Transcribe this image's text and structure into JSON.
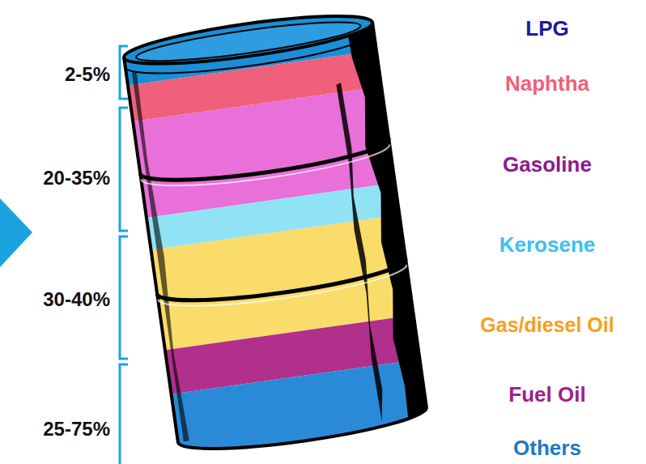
{
  "diagram": {
    "labels": [
      "LPG",
      "2-5%",
      "Naphtha",
      "20-35%",
      "Gasoline",
      "Kerosene",
      "30-40%",
      "Gas/diesel Oil",
      "Fuel Oil",
      "25-75%",
      "Others"
    ]
  }
}
